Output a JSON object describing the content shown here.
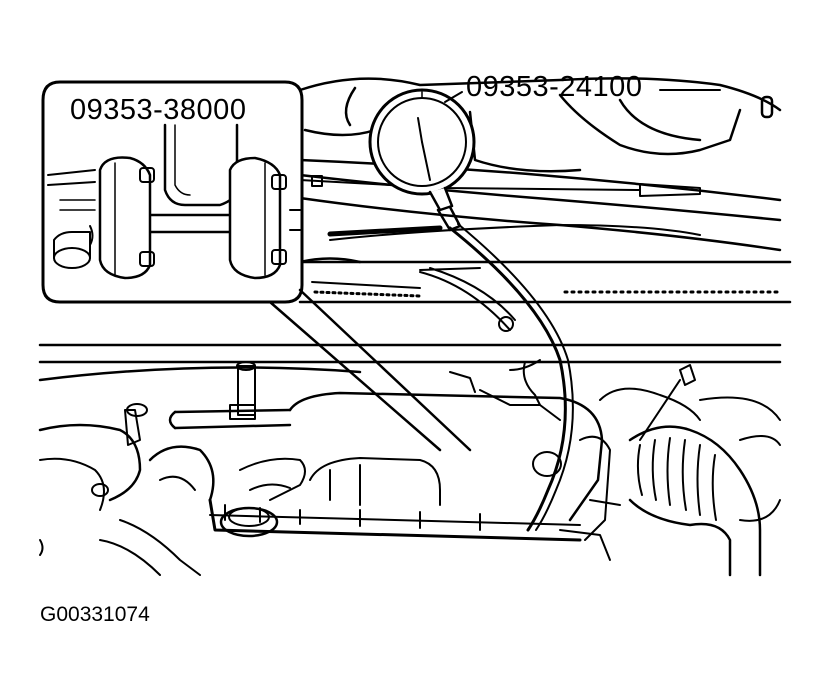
{
  "labels": {
    "tool_a": "09353-38000",
    "tool_b": "09353-24100",
    "figure_id": "G00331074"
  },
  "colors": {
    "ink": "#000000",
    "paper": "#ffffff"
  },
  "icons": {
    "gauge": "pressure-gauge-icon",
    "adapter": "adapter-coupling-icon"
  }
}
